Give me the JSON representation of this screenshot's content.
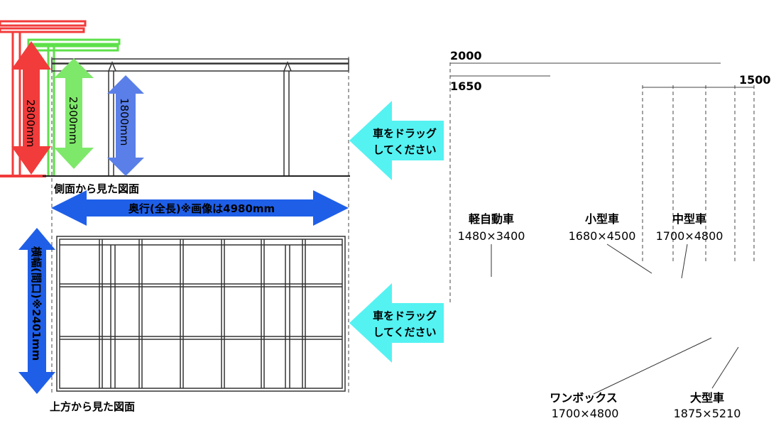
{
  "colors": {
    "red": "#f23b3b",
    "green": "#5ee04a",
    "blue_light": "#5a7fe8",
    "blue_dark": "#1f5fe8",
    "cyan": "#55f2f2",
    "structure": "#333333"
  },
  "side_view": {
    "caption": "側面から見た図面",
    "heights": [
      {
        "label": "2800mm",
        "color_key": "red"
      },
      {
        "label": "2300mm",
        "color_key": "green"
      },
      {
        "label": "1800mm",
        "color_key": "blue_light"
      }
    ]
  },
  "top_view": {
    "caption": "上方から見た図面",
    "depth_label": "奥行(全長)※画像は4980mm",
    "width_label": "横幅(間口)※2401mm"
  },
  "drag_hint": {
    "line1": "車をドラッグ",
    "line2": "してください"
  },
  "scale_marks": [
    "2000",
    "1650",
    "1500"
  ],
  "cars": [
    {
      "name": "軽自動車",
      "size": "1480×3400",
      "icon": "car-kei-icon"
    },
    {
      "name": "小型車",
      "size": "1680×4500",
      "icon": "car-small-icon"
    },
    {
      "name": "中型車",
      "size": "1700×4800",
      "icon": "car-medium-icon"
    },
    {
      "name": "ワンボックス",
      "size": "1700×4800",
      "icon": "car-van-icon"
    },
    {
      "name": "大型車",
      "size": "1875×5210",
      "icon": "car-large-icon"
    }
  ]
}
